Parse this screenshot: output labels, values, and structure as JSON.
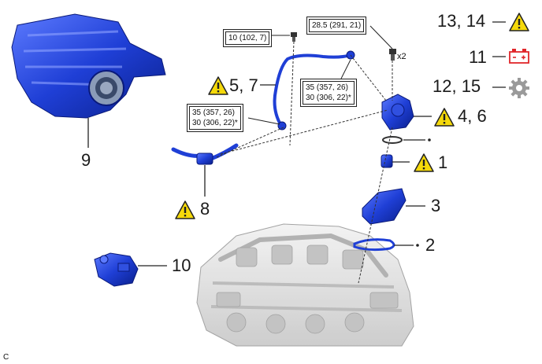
{
  "diagram": {
    "corner_label": "C",
    "callouts": {
      "c9": "9",
      "c10": "10",
      "c8": "8",
      "c57": "5, 7",
      "c46": "4, 6",
      "c1": "1",
      "c3": "3",
      "c2": "2",
      "c1314": "13, 14",
      "c11": "11",
      "c1215": "12, 15"
    },
    "torques": {
      "t1": "10 (102, 7)",
      "t2": "28.5 (291, 21)",
      "t3_line1": "35 (357, 26)",
      "t3_line2": "30 (306, 22)*",
      "t4_line1": "35 (357, 26)",
      "t4_line2": "30 (306, 22)*"
    },
    "multiplier": "x2",
    "icons": {
      "warning": "warning-triangle-icon",
      "battery": "battery-icon",
      "gear": "gear-icon"
    },
    "colors": {
      "part_blue": "#1f3fd6",
      "warning_yellow": "#f5d90a",
      "battery_red": "#e0262a",
      "gear_grey": "#9a9a9a"
    }
  }
}
